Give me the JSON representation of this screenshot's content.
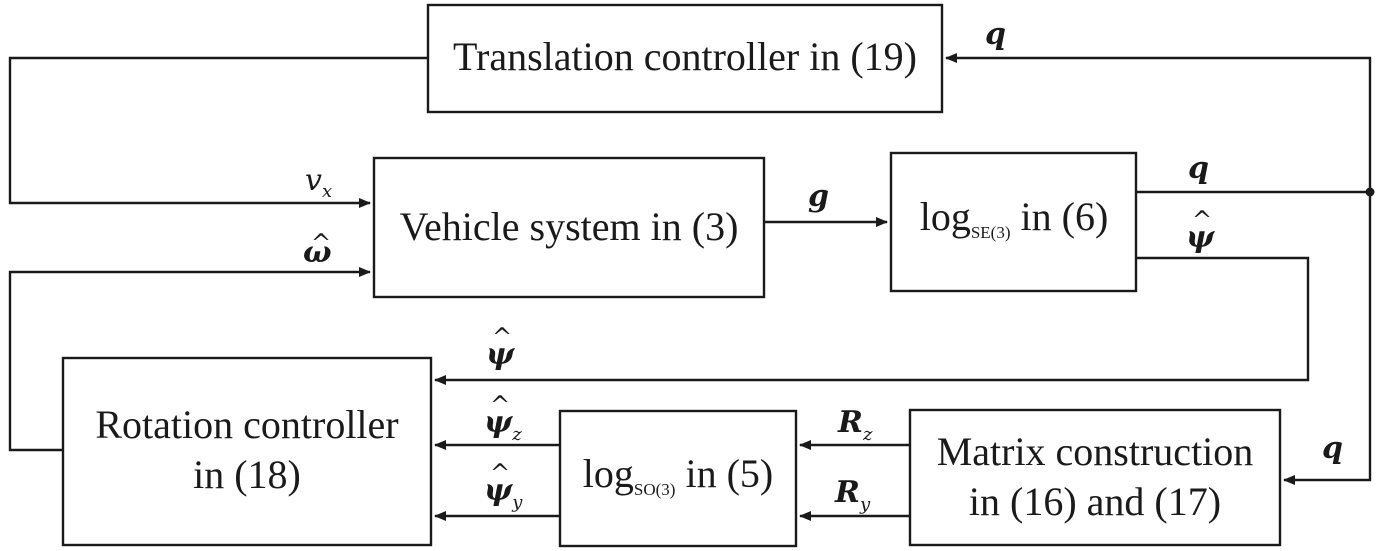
{
  "blocks": {
    "translation": {
      "line1": "Translation controller in (19)"
    },
    "vehicle": {
      "line1": "Vehicle system in (3)"
    },
    "log_se3": {
      "prefix": "log",
      "sub": "SE(3)",
      "suffix": " in (6)"
    },
    "rotation": {
      "line1": "Rotation controller",
      "line2": "in (18)"
    },
    "log_so3": {
      "prefix": "log",
      "sub": "SO(3)",
      "suffix": " in (5)"
    },
    "matrix": {
      "line1": "Matrix construction",
      "line2": "in (16) and (17)"
    }
  },
  "signals": {
    "q": "q",
    "g": "g",
    "v": "v",
    "v_sub": "x",
    "omega": "ω",
    "psi": "ψ",
    "psi_z_sub": "z",
    "psi_y_sub": "y",
    "R": "R",
    "R_z_sub": "z",
    "R_y_sub": "y",
    "hat": "^"
  }
}
